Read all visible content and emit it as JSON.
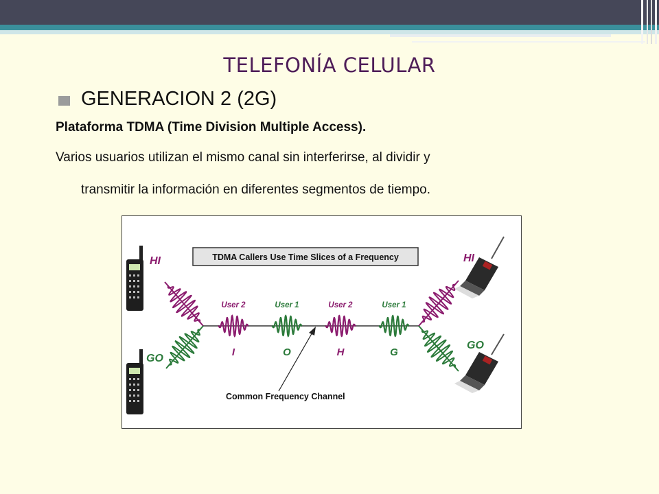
{
  "slide": {
    "title": "TELEFONÍA CELULAR",
    "heading": "GENERACION 2 (2G)",
    "line_bold": "Plataforma TDMA (Time Division Multiple Access).",
    "line_1": "Varios usuarios utilizan el mismo canal sin interferirse, al dividir y",
    "line_2": "transmitir la información en diferentes segmentos de tiempo."
  },
  "diagram": {
    "caption": "TDMA Callers Use Time Slices of a Frequency",
    "left_top_label": "HI",
    "left_bottom_label": "GO",
    "right_top_label": "HI",
    "right_bottom_label": "GO",
    "slots": [
      {
        "user": "User 2",
        "letter": "I"
      },
      {
        "user": "User 1",
        "letter": "O"
      },
      {
        "user": "User 2",
        "letter": "H"
      },
      {
        "user": "User 1",
        "letter": "G"
      }
    ],
    "channel_label": "Common Frequency Channel",
    "colors": {
      "magenta": "#8b1c6e",
      "green": "#2b7a3a"
    }
  }
}
